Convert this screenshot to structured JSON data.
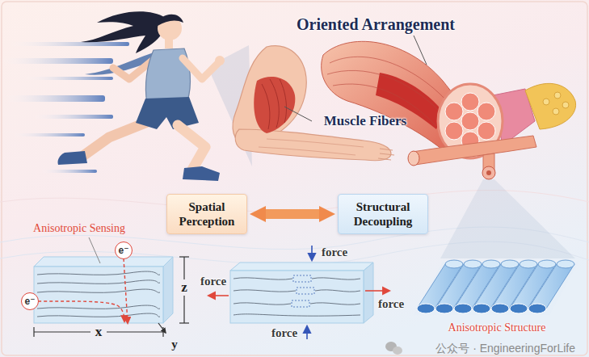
{
  "diagram": {
    "nodes": [
      {
        "text": [
          "Spatial Perception"
        ]
      },
      {
        "text": [
          "Structural Decoupling"
        ]
      },
      {
        "text": [
          "e⁻"
        ]
      },
      {
        "text": [
          "e⁻"
        ]
      }
    ],
    "edges": [
      {
        "from": 0,
        "to": 1,
        "arrow": "both"
      }
    ],
    "labels": [
      "Oriented Arrangement",
      "Muscle Fibers",
      "Anisotropic Sensing",
      "z",
      "x",
      "y",
      "force",
      "force",
      "force",
      "force",
      "Anisotropic Structure",
      "公众号 · EngineeringForLife"
    ]
  }
}
